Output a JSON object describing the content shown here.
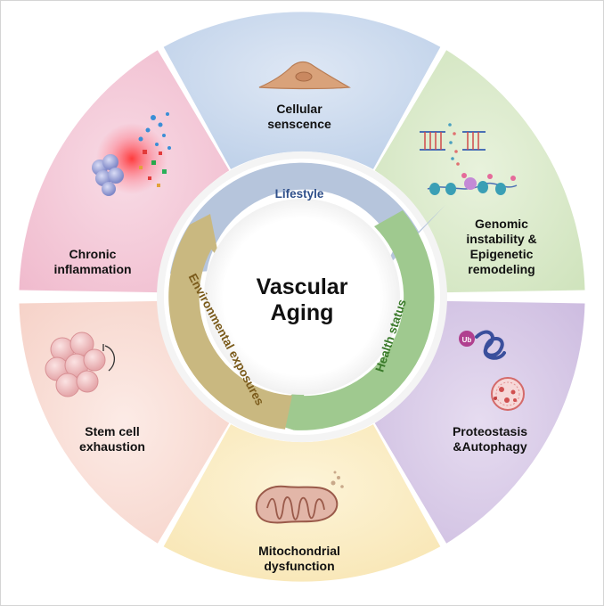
{
  "center": {
    "line1": "Vascular",
    "line2": "Aging"
  },
  "ring": {
    "lifestyle": "Lifestyle",
    "health": "Health status",
    "environment": "Environmental exposures"
  },
  "segments": {
    "cellular": [
      "Cellular",
      "senscence"
    ],
    "genomic": [
      "Genomic",
      "instability &",
      "Epigenetic",
      "remodeling"
    ],
    "proteostasis": [
      "Proteostasis",
      "&Autophagy"
    ],
    "mitochondrial": [
      "Mitochondrial",
      "dysfunction"
    ],
    "stem": [
      "Stem cell",
      "exhaustion"
    ],
    "inflammation": [
      "Chronic",
      "inflammation"
    ]
  },
  "icons": {
    "ub_label": "Ub"
  },
  "colors": {
    "cellular": "#c6d6ec",
    "genomic": "#d8e8c8",
    "proteostasis": "#d7c9e4",
    "mitochondrial": "#faecc2",
    "stem": "#f9ddd6",
    "inflammation": "#f3c9d7",
    "lifestyle_text": "#2f4f8a",
    "health_text": "#3a7a2a",
    "environment_text": "#7a5a1a"
  }
}
